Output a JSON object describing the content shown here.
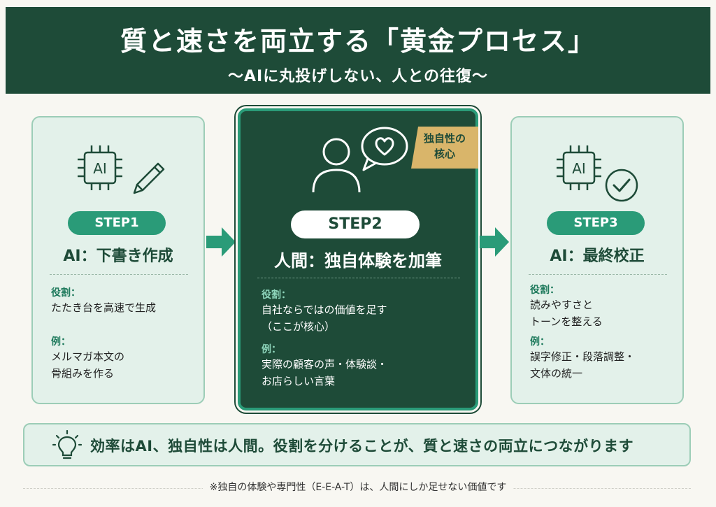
{
  "header": {
    "title": "質と速さを両立する「黄金プロセス」",
    "subtitle": "〜AIに丸投げしない、人との往復〜"
  },
  "steps": [
    {
      "step_label": "STEP1",
      "title": "AI：下書き作成",
      "role_label": "役割：",
      "role_text": "たたき台を高速で生成",
      "example_label": "例：",
      "example_text": "メルマガ本文の\n骨組みを作る",
      "icons": [
        "ai-chip-icon",
        "pencil-icon"
      ]
    },
    {
      "step_label": "STEP2",
      "title": "人間：独自体験を加筆",
      "role_label": "役割：",
      "role_text": "自社ならではの価値を足す\n（ここが核心）",
      "example_label": "例：",
      "example_text": "実際の顧客の声・体験談・\nお店らしい言葉",
      "badge": "独自性の\n核心",
      "icons": [
        "person-icon",
        "speech-bubble-heart-icon"
      ]
    },
    {
      "step_label": "STEP3",
      "title": "AI：最終校正",
      "role_label": "役割：",
      "role_text": "読みやすさと\nトーンを整える",
      "example_label": "例：",
      "example_text": "誤字修正・段落調整・\n文体の統一",
      "icons": [
        "ai-chip-icon",
        "check-circle-icon"
      ]
    }
  ],
  "chip_label": "AI",
  "summary": {
    "text": "効率はAI、独自性は人間。役割を分けることが、質と速さの両立につながります",
    "icon": "lightbulb-icon"
  },
  "footnote": "※独自の体験や専門性（E-E-A-T）は、人間にしか足せない価値です",
  "colors": {
    "dark_green": "#1e4b38",
    "accent_green": "#2a9b78",
    "light_green": "#e3f1ea",
    "gold": "#d9b56a"
  }
}
